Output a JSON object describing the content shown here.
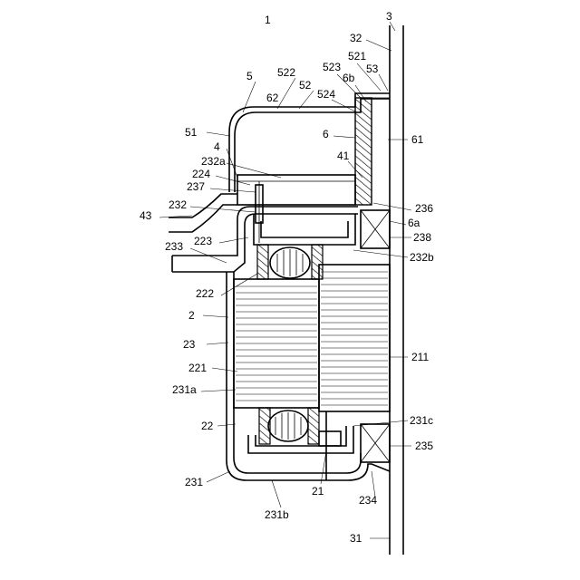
{
  "figure": {
    "background_color": "#ffffff",
    "line_color": "#000000",
    "reference_numerals": [
      "1",
      "3",
      "32",
      "5",
      "522",
      "52",
      "523",
      "521",
      "53",
      "6b",
      "524",
      "62",
      "6",
      "61",
      "51",
      "4",
      "41",
      "232a",
      "224",
      "237",
      "232",
      "43",
      "236",
      "6a",
      "238",
      "223",
      "233",
      "232b",
      "222",
      "2",
      "23",
      "211",
      "221",
      "231a",
      "22",
      "231c",
      "235",
      "231",
      "21",
      "234",
      "231b",
      "31"
    ]
  }
}
